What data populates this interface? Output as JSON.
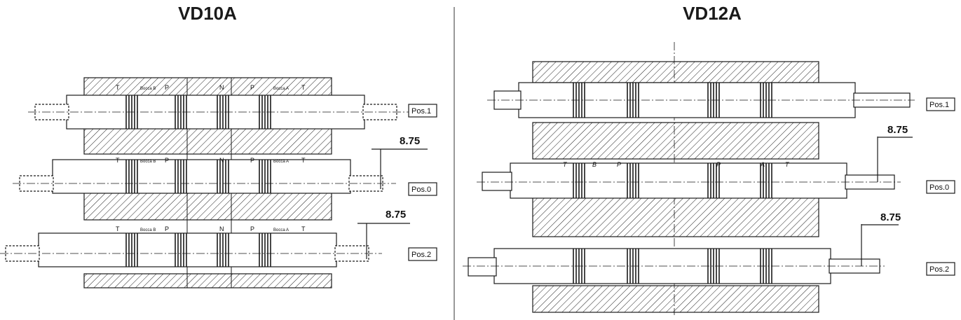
{
  "titles": {
    "left": "VD10A",
    "right": "VD12A"
  },
  "left_valve": {
    "positions": [
      "Pos.1",
      "Pos.0",
      "Pos.2"
    ],
    "dimensions": [
      "8.75",
      "8.75"
    ],
    "port_labels": [
      "T",
      "Bocca B",
      "P",
      "N",
      "P",
      "Bocca A",
      "T"
    ]
  },
  "right_valve": {
    "positions": [
      "Pos.1",
      "Pos.0",
      "Pos.2"
    ],
    "dimensions": [
      "8.75",
      "8.75"
    ],
    "port_labels": [
      "T",
      "B",
      "P",
      "P",
      "A",
      "T"
    ]
  },
  "colors": {
    "line": "#1a1a1a",
    "divider": "#999999",
    "background": "#ffffff"
  }
}
